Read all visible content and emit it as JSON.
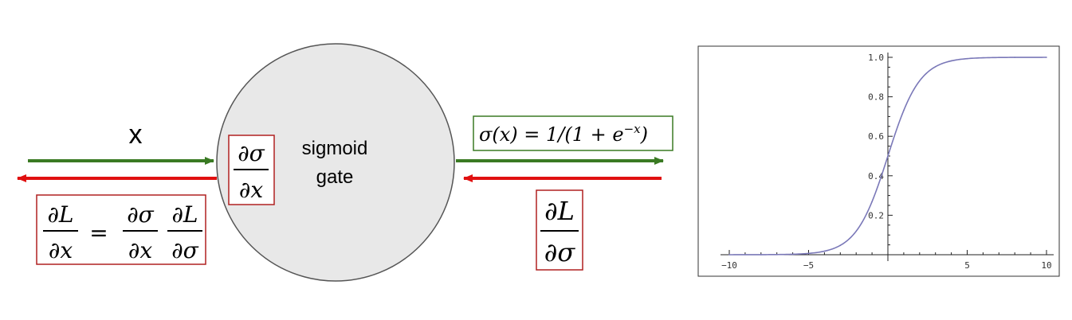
{
  "diagram": {
    "input_label": "x",
    "gate_label_line1": "sigmoid",
    "gate_label_line2": "gate",
    "local_grad": {
      "num": "∂σ",
      "den": "∂x"
    },
    "output_formula": {
      "lhs": "σ(x) = 1/(1 + e",
      "exp": "−x",
      "rhs": ")"
    },
    "upstream_grad": {
      "num": "∂L",
      "den": "∂σ"
    },
    "chain_rule": {
      "lhs_num": "∂L",
      "lhs_den": "∂x",
      "eq": "=",
      "f1_num": "∂σ",
      "f1_den": "∂x",
      "f2_num": "∂L",
      "f2_den": "∂σ"
    },
    "colors": {
      "forward_arrow": "#3a7a23",
      "backward_arrow": "#e01010",
      "gate_fill": "#e8e8e8",
      "gate_stroke": "#555555",
      "box_red": "#b02020",
      "box_green": "#3a7a23"
    }
  },
  "chart_data": {
    "type": "line",
    "function": "1/(1+e^-x)",
    "x": [
      -10,
      -8,
      -6,
      -5,
      -4,
      -3,
      -2,
      -1,
      0,
      1,
      2,
      3,
      4,
      5,
      6,
      8,
      10
    ],
    "y": [
      5e-05,
      0.0003,
      0.0025,
      0.0067,
      0.018,
      0.047,
      0.119,
      0.269,
      0.5,
      0.731,
      0.881,
      0.953,
      0.982,
      0.993,
      0.9975,
      0.9997,
      0.99995
    ],
    "xlim": [
      -10,
      10
    ],
    "ylim": [
      0,
      1.0
    ],
    "x_ticks": [
      "−10",
      "−5",
      "5",
      "10"
    ],
    "x_tick_values": [
      -10,
      -5,
      5,
      10
    ],
    "y_ticks": [
      "0.2",
      "0.4",
      "0.6",
      "0.8",
      "1.0"
    ],
    "y_tick_values": [
      0.2,
      0.4,
      0.6,
      0.8,
      1.0
    ],
    "line_color": "#7a78b8",
    "grid": false
  }
}
